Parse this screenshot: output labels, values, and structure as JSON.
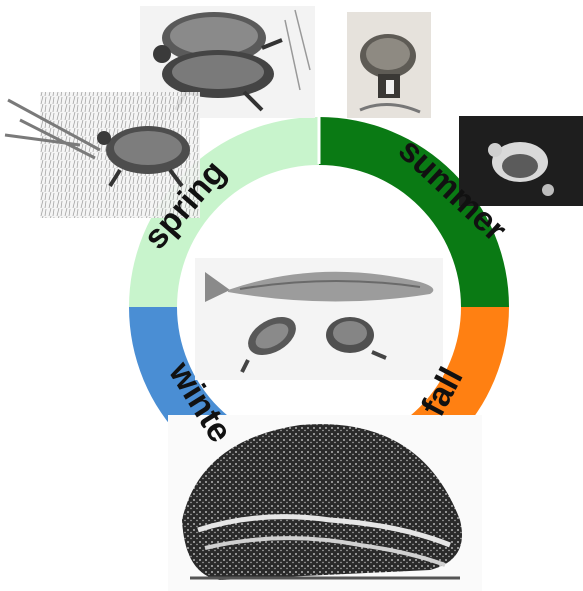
{
  "diagram": {
    "seasons": [
      {
        "key": "spring",
        "label": "spring",
        "color": "#c8f4cc"
      },
      {
        "key": "summer",
        "label": "summer",
        "color": "#0a7a14"
      },
      {
        "key": "fall",
        "label": "fall",
        "color": "#ff8012"
      },
      {
        "key": "winter",
        "label": "winte",
        "color": "#4a8ed4"
      }
    ],
    "illustrations": [
      {
        "name": "turtle-mating-illustration",
        "description_icon": "two-turtles-icon"
      },
      {
        "name": "turtle-nesting-illustration",
        "description_icon": "turtle-in-grass-icon"
      },
      {
        "name": "hatchling-illustration",
        "description_icon": "hatchling-icon"
      },
      {
        "name": "turtle-photo-illustration",
        "description_icon": "turtle-photo-icon"
      },
      {
        "name": "fish-and-turtles-illustration",
        "description_icon": "fish-icon"
      },
      {
        "name": "hibernating-turtle-illustration",
        "description_icon": "turtle-shell-icon"
      }
    ]
  }
}
